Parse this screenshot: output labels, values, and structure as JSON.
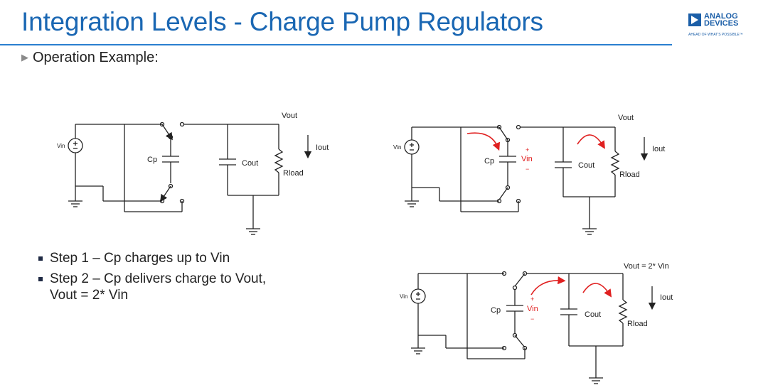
{
  "slide": {
    "title": "Integration Levels - Charge Pump Regulators",
    "subtitle": "Operation Example:"
  },
  "logo": {
    "line1": "ANALOG",
    "line2": "DEVICES",
    "tagline": "AHEAD OF WHAT'S POSSIBLE™"
  },
  "bullets": [
    {
      "text": "Step 1 – Cp charges up to Vin"
    },
    {
      "text": "Step 2 – Cp delivers charge to Vout,",
      "text2": "Vout = 2* Vin"
    }
  ],
  "circuit1": {
    "vin": "Vin",
    "cp": "Cp",
    "cout": "Cout",
    "rload": "Rload",
    "vout": "Vout",
    "iout": "Iout"
  },
  "circuit2": {
    "vin": "Vin",
    "cp": "Cp",
    "cp_voltage": "Vin",
    "plus": "+",
    "minus": "−",
    "cout": "Cout",
    "rload": "Rload",
    "vout": "Vout",
    "iout": "Iout"
  },
  "circuit3": {
    "vin": "Vin",
    "cp": "Cp",
    "cp_voltage": "Vin",
    "plus": "+",
    "minus": "−",
    "cout": "Cout",
    "rload": "Rload",
    "vout": "Vout = 2* Vin",
    "iout": "Iout"
  },
  "colors": {
    "title": "#1a67b3",
    "accent_rule": "#2a7fd0",
    "current_arrow": "#e02020"
  }
}
